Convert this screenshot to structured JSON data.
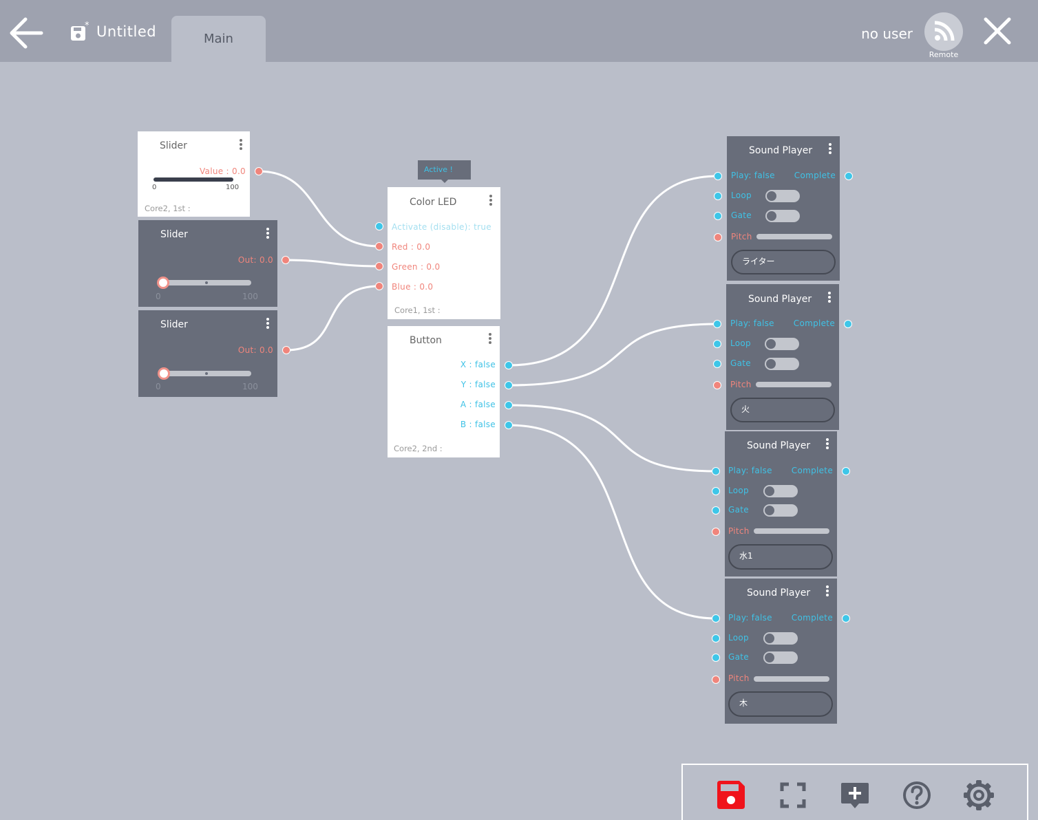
{
  "header": {
    "title": "Untitled",
    "tab_main": "Main",
    "user": "no user",
    "remote_label": "Remote"
  },
  "nodes": {
    "slider1": {
      "title": "Slider",
      "value_label": "Value : 0.0",
      "min": "0",
      "max": "100",
      "footer": "Core2, 1st :"
    },
    "slider2": {
      "title": "Slider",
      "out_label": "Out: 0.0",
      "min": "0",
      "max": "100"
    },
    "slider3": {
      "title": "Slider",
      "out_label": "Out: 0.0",
      "min": "0",
      "max": "100"
    },
    "color_led": {
      "title": "Color LED",
      "tooltip": "Active !",
      "activate": "Activate (disable): true",
      "red": "Red : 0.0",
      "green": "Green : 0.0",
      "blue": "Blue : 0.0",
      "footer": "Core1, 1st :"
    },
    "button": {
      "title": "Button",
      "x": "X : false",
      "y": "Y : false",
      "a": "A : false",
      "b": "B : false",
      "footer": "Core2, 2nd :"
    },
    "sound_players": [
      {
        "title": "Sound Player",
        "play": "Play: false",
        "complete": "Complete",
        "loop": "Loop",
        "gate": "Gate",
        "pitch": "Pitch",
        "sound": "ライター"
      },
      {
        "title": "Sound Player",
        "play": "Play: false",
        "complete": "Complete",
        "loop": "Loop",
        "gate": "Gate",
        "pitch": "Pitch",
        "sound": "火"
      },
      {
        "title": "Sound Player",
        "play": "Play: false",
        "complete": "Complete",
        "loop": "Loop",
        "gate": "Gate",
        "pitch": "Pitch",
        "sound": "水1"
      },
      {
        "title": "Sound Player",
        "play": "Play: false",
        "complete": "Complete",
        "loop": "Loop",
        "gate": "Gate",
        "pitch": "Pitch",
        "sound": "木"
      }
    ]
  },
  "toolbar": {
    "icons": [
      "save-icon",
      "fullscreen-icon",
      "add-comment-icon",
      "help-icon",
      "settings-icon"
    ],
    "save_color": "#f0131b"
  },
  "colors": {
    "background": "#babec9",
    "header": "#9ea2af",
    "node_dark": "#686d7a",
    "port_blue": "#3ec6e8",
    "port_red": "#f0857c"
  }
}
